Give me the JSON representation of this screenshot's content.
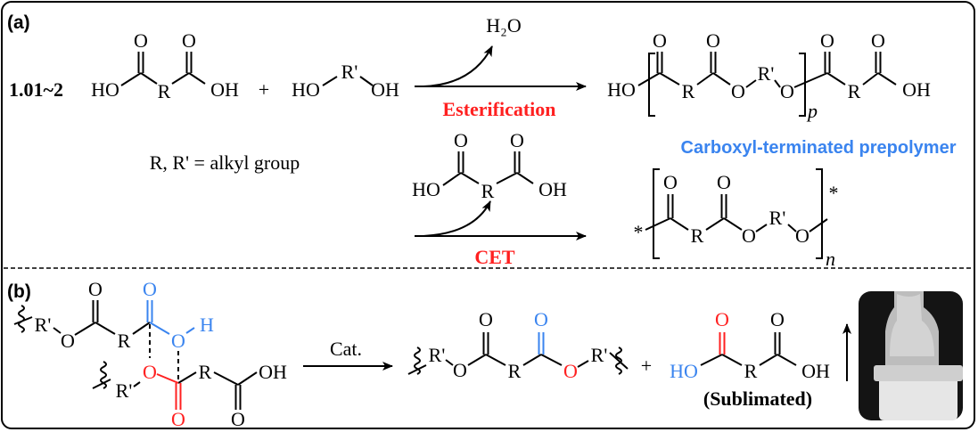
{
  "atoms": {
    "O": "O",
    "R": "R",
    "Rp": "R'",
    "HO": "HO",
    "OH": "OH",
    "H": "H",
    "star": "*"
  },
  "panel_a": {
    "label": "(a)",
    "ratio": "1.01~2",
    "plus": "+",
    "byproduct": "H₂O",
    "esterification": "Esterification",
    "repeat_p": "p",
    "prepolymer_name": "Carboxyl-terminated prepolymer",
    "definition": "R, R' = alkyl group",
    "cet": "CET",
    "repeat_n": "n"
  },
  "panel_b": {
    "label": "(b)",
    "catalyst": "Cat.",
    "plus": "+",
    "sublimated": "(Sublimated)"
  },
  "colors": {
    "red": "#ff2020",
    "blue": "#3a84ef"
  }
}
